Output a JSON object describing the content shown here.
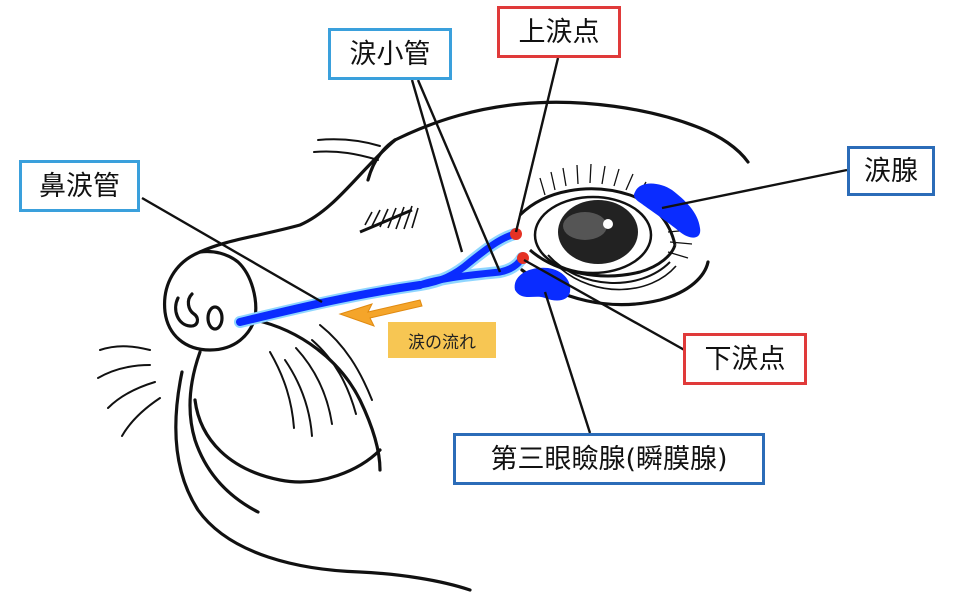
{
  "labels": {
    "nasolacrimal_duct": "鼻涙管",
    "lacrimal_canaliculi": "涙小管",
    "upper_punctum": "上涙点",
    "lacrimal_gland": "涙腺",
    "lower_punctum": "下涙点",
    "third_eyelid_gland": "第三眼瞼腺(瞬膜腺)"
  },
  "flow": {
    "text": "涙の流れ"
  },
  "colors": {
    "duct_blue": "#0a2cff",
    "duct_halo": "#8fd6ff",
    "punctum_red": "#e53224",
    "flow_arrow": "#f5a52a",
    "flow_bg": "#f7c653",
    "border_cyan": "#3aa0dc",
    "border_red": "#e03a3a",
    "border_navy": "#2b6cb8"
  }
}
